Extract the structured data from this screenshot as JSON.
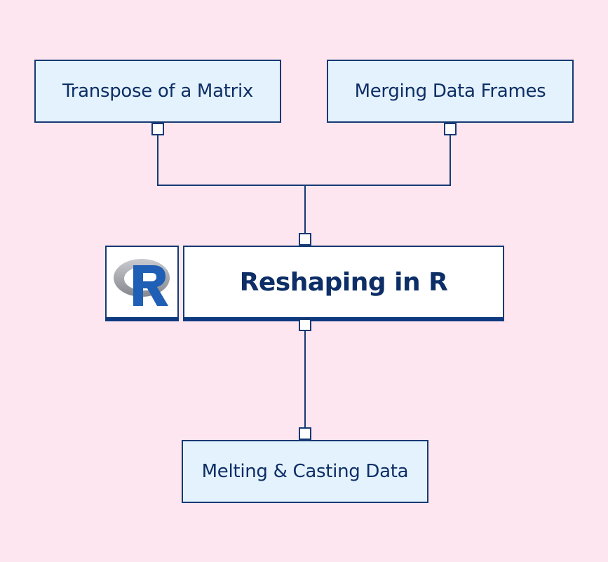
{
  "diagram": {
    "central_node": {
      "label": "Reshaping in R",
      "icon": "r-logo-icon"
    },
    "top_nodes": [
      {
        "label": "Transpose of a Matrix"
      },
      {
        "label": "Merging Data Frames"
      }
    ],
    "bottom_nodes": [
      {
        "label": "Melting & Casting Data"
      }
    ],
    "colors": {
      "background": "#fde6f0",
      "node_fill": "#e4f2fd",
      "central_fill": "#ffffff",
      "border": "#163a73",
      "text": "#0d2e66",
      "r_logo_blue": "#1f5fb5",
      "r_logo_gray": "#9a9ca3"
    }
  }
}
